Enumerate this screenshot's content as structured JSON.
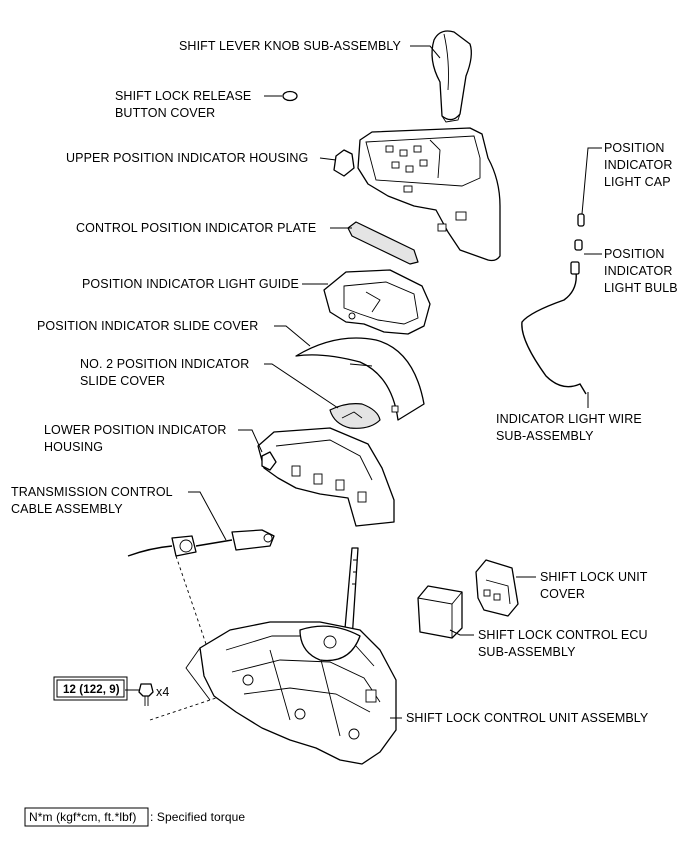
{
  "labels": {
    "shift_lever_knob": "SHIFT LEVER KNOB SUB-ASSEMBLY",
    "shift_lock_release_1": "SHIFT LOCK RELEASE",
    "shift_lock_release_2": "BUTTON COVER",
    "upper_housing": "UPPER POSITION INDICATOR HOUSING",
    "pos_light_cap_1": "POSITION",
    "pos_light_cap_2": "INDICATOR",
    "pos_light_cap_3": "LIGHT CAP",
    "control_plate": "CONTROL POSITION INDICATOR PLATE",
    "pos_light_bulb_1": "POSITION",
    "pos_light_bulb_2": "INDICATOR",
    "pos_light_bulb_3": "LIGHT BULB",
    "light_guide": "POSITION INDICATOR LIGHT GUIDE",
    "slide_cover": "POSITION INDICATOR SLIDE COVER",
    "no2_slide_cover_1": "NO. 2 POSITION INDICATOR",
    "no2_slide_cover_2": "SLIDE COVER",
    "indicator_wire_1": "INDICATOR LIGHT WIRE",
    "indicator_wire_2": "SUB-ASSEMBLY",
    "lower_housing_1": "LOWER POSITION INDICATOR",
    "lower_housing_2": "HOUSING",
    "trans_cable_1": "TRANSMISSION CONTROL",
    "trans_cable_2": "CABLE ASSEMBLY",
    "lock_unit_cover_1": "SHIFT LOCK UNIT",
    "lock_unit_cover_2": "COVER",
    "lock_ecu_1": "SHIFT LOCK CONTROL ECU",
    "lock_ecu_2": "SUB-ASSEMBLY",
    "torque_value": "12 (122, 9)",
    "bolt_qty": "x4",
    "lock_unit_assembly": "SHIFT LOCK CONTROL UNIT ASSEMBLY"
  },
  "legend": {
    "units": "N*m (kgf*cm, ft.*lbf)",
    "description": ": Specified torque"
  }
}
